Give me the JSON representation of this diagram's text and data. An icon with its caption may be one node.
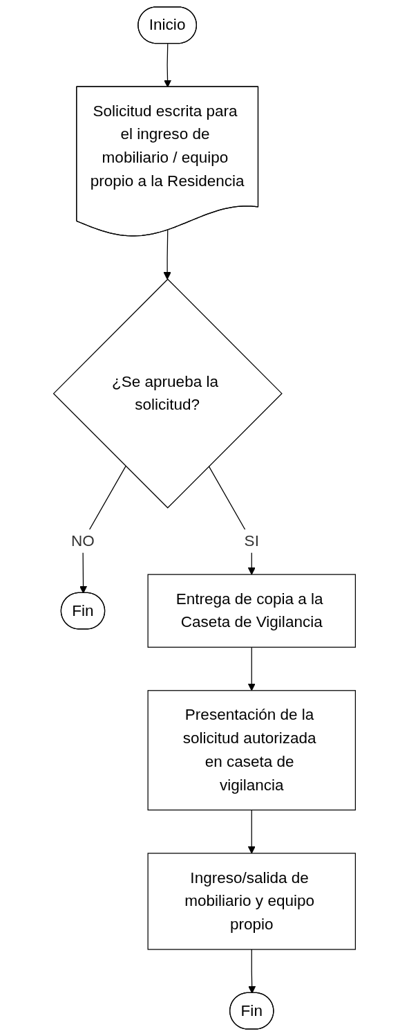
{
  "diagram": {
    "nodes": [
      {
        "text": [
          "Inicio"
        ]
      },
      {
        "text": [
          "Solicitud escrita para el ingreso de mobiliario / equipo propio a la Residencia"
        ]
      },
      {
        "text": [
          "¿Se aprueba la solicitud?"
        ]
      },
      {
        "text": [
          "Fin"
        ]
      },
      {
        "text": [
          "Entrega de copia a la Caseta de Vigilancia"
        ]
      },
      {
        "text": [
          "Presentación de la solicitud autorizada en caseta de vigilancia"
        ]
      },
      {
        "text": [
          "Ingreso/salida de mobiliario y equipo propio"
        ]
      },
      {
        "text": [
          "Fin"
        ]
      }
    ],
    "edges": [
      {
        "from": 0,
        "to": 1,
        "arrow": "to"
      },
      {
        "from": 1,
        "to": 2,
        "arrow": "to"
      },
      {
        "from": 2,
        "to": 3,
        "arrow": "to",
        "label": "NO"
      },
      {
        "from": 2,
        "to": 4,
        "arrow": "to",
        "label": "SI"
      },
      {
        "from": 4,
        "to": 5,
        "arrow": "to"
      },
      {
        "from": 5,
        "to": 6,
        "arrow": "to"
      },
      {
        "from": 6,
        "to": 7,
        "arrow": "to"
      }
    ]
  }
}
